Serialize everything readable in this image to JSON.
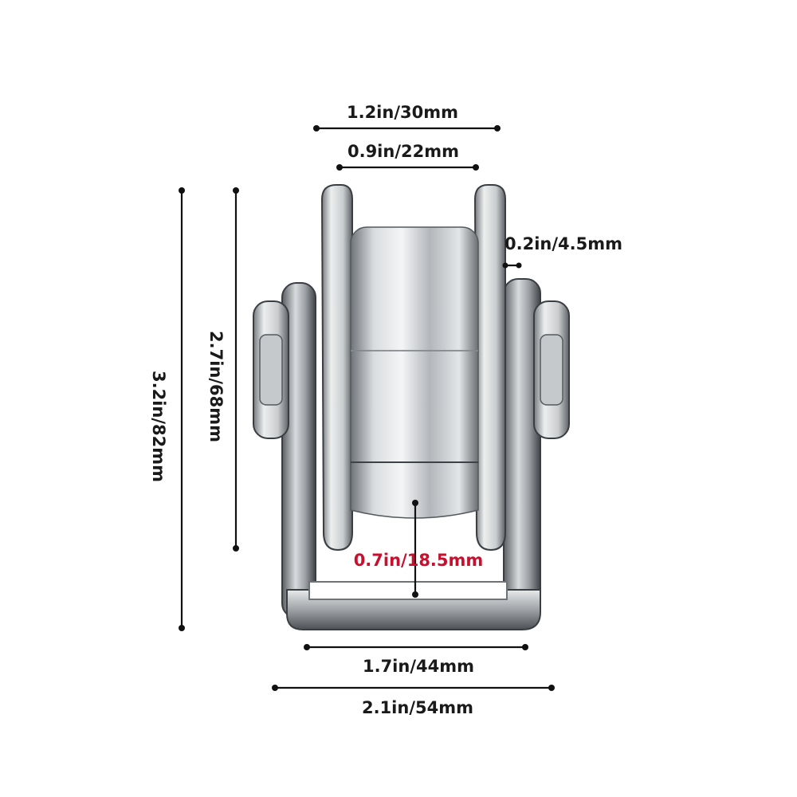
{
  "colors": {
    "dimension": "#111111",
    "accent": "#c8102e",
    "steel_light": "#eef0f1",
    "steel_mid": "#b9bdc1",
    "steel_dark": "#4a4e52"
  },
  "dimensions": {
    "outer_width_top": "1.2in/30mm",
    "inner_width_top": "0.9in/22mm",
    "flange_thickness": "0.2in/4.5mm",
    "wheel_height": "2.7in/68mm",
    "total_height": "3.2in/82mm",
    "groove_depth": "0.7in/18.5mm",
    "bracket_inner_width": "1.7in/44mm",
    "bracket_outer_width": "2.1in/54mm"
  }
}
